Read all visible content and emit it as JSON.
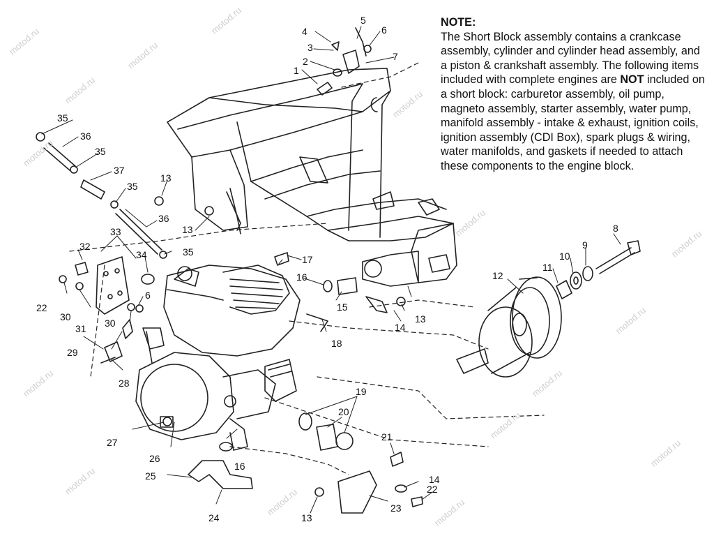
{
  "note": {
    "title": "NOTE:",
    "body_1": "The Short Block assembly contains a crankcase assembly, cylinder and cylinder head assembly, and a piston & crankshaft assembly.  The following items included with complete engines are ",
    "body_bold": "NOT",
    "body_2": " included on a short block:  carburetor assembly, oil pump, magneto assembly, starter assembly, water pump, manifold assembly - intake & exhaust, ignition coils, ignition assembly (CDI Box), spark plugs & wiring, water manifolds, and gaskets if needed to attach these components to the engine block."
  },
  "watermark": "motod.ru",
  "part_labels": [
    "1",
    "2",
    "3",
    "4",
    "5",
    "6",
    "7",
    "8",
    "9",
    "10",
    "11",
    "12",
    "13",
    "13",
    "13",
    "13",
    "14",
    "14",
    "15",
    "16",
    "16",
    "17",
    "18",
    "19",
    "20",
    "21",
    "22",
    "22",
    "23",
    "24",
    "25",
    "26",
    "27",
    "28",
    "29",
    "30",
    "30",
    "31",
    "32",
    "33",
    "34",
    "35",
    "35",
    "35",
    "35",
    "36",
    "36",
    "37",
    "6"
  ]
}
